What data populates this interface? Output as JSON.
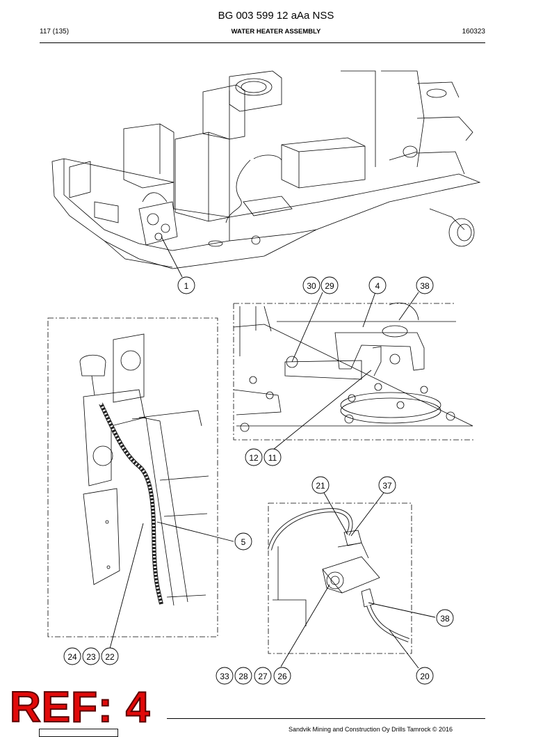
{
  "document": {
    "title": "BG 003 599 12 aAa NSS",
    "page": "117 (135)",
    "section": "WATER HEATER ASSEMBLY",
    "code": "160323"
  },
  "reference": "REF: 4",
  "footer": "Sandvik Mining and Construction Oy Drills Tamrock © 2016",
  "callouts": {
    "c1": "1",
    "c30": "30",
    "c29": "29",
    "c4": "4",
    "c38a": "38",
    "c12": "12",
    "c11": "11",
    "c21": "21",
    "c37": "37",
    "c5": "5",
    "c38b": "38",
    "c24": "24",
    "c23": "23",
    "c22": "22",
    "c33": "33",
    "c28": "28",
    "c27": "27",
    "c26": "26",
    "c20": "20"
  }
}
